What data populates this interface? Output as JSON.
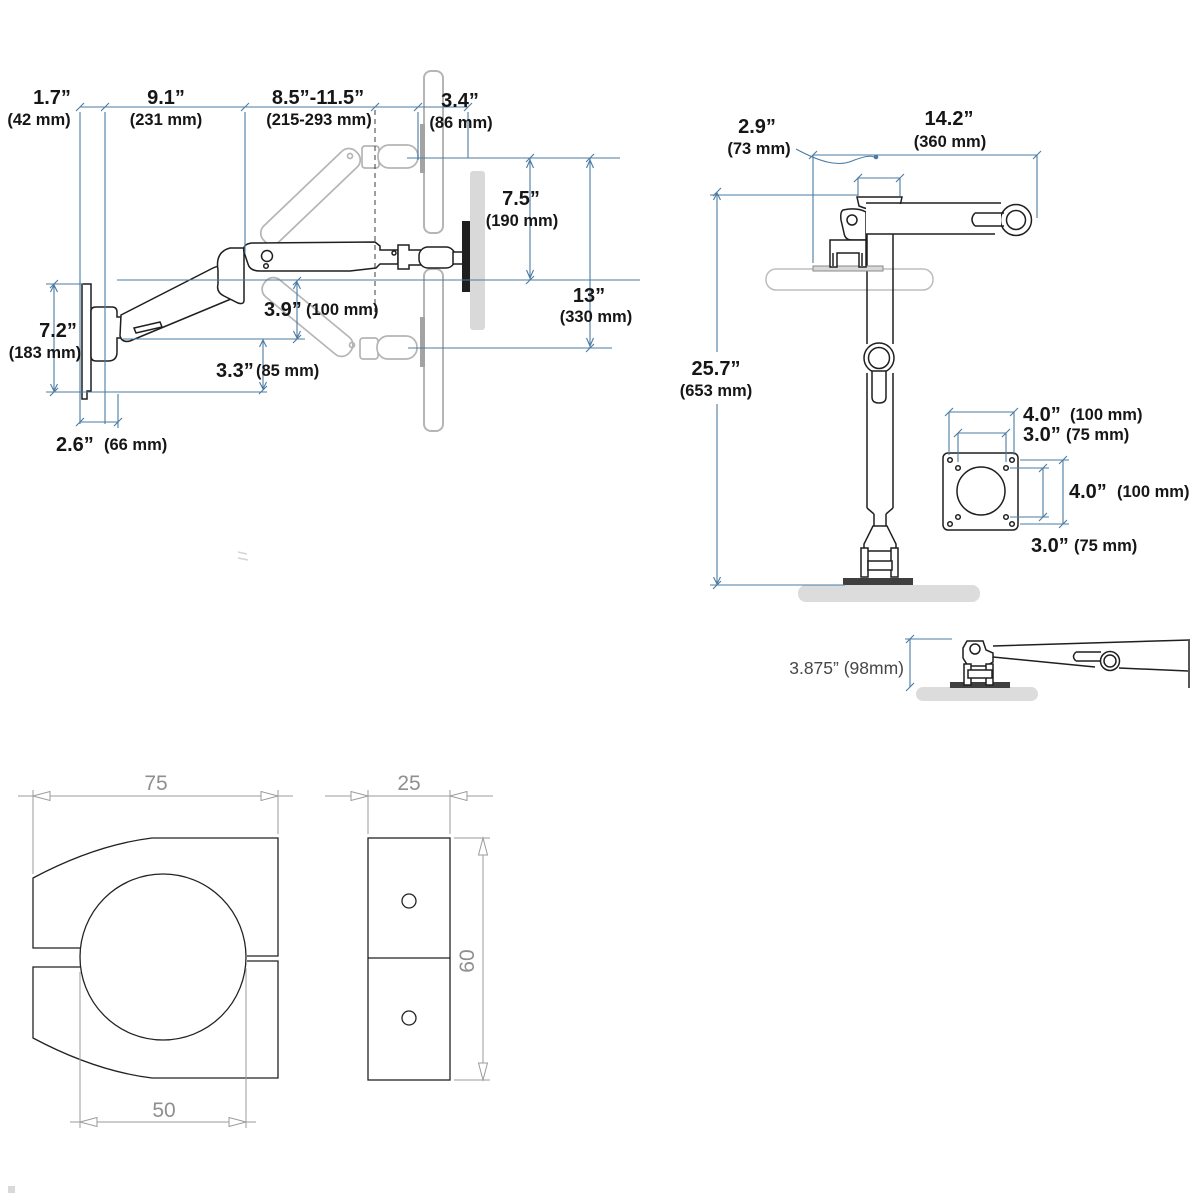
{
  "figures": {
    "wall_arm": {
      "title": "wall-mount-arm-side-view",
      "dims": {
        "d17": {
          "v": "1.7”",
          "u": "(42 mm)"
        },
        "d91": {
          "v": "9.1”",
          "u": "(231 mm)"
        },
        "range": {
          "v": "8.5”-11.5”",
          "u": "(215-293 mm)"
        },
        "d34": {
          "v": "3.4”",
          "u": "(86 mm)"
        },
        "d75": {
          "v": "7.5”",
          "u": "(190 mm)"
        },
        "d13": {
          "v": "13”",
          "u": "(330 mm)"
        },
        "d39": {
          "v": "3.9”",
          "u": "(100 mm)"
        },
        "d72": {
          "v": "7.2”",
          "u": "(183 mm)"
        },
        "d33": {
          "v": "3.3”",
          "u": "(85 mm)"
        },
        "d26": {
          "v": "2.6”",
          "u": "(66 mm)"
        }
      }
    },
    "pole_arm": {
      "title": "desk-pole-mount-front-view",
      "dims": {
        "d29": {
          "v": "2.9”",
          "u": "(73 mm)"
        },
        "d142": {
          "v": "14.2”",
          "u": "(360 mm)"
        },
        "d257": {
          "v": "25.7”",
          "u": "(653 mm)"
        }
      },
      "vesa": {
        "top100": {
          "v": "4.0”",
          "u": "(100 mm)"
        },
        "top75": {
          "v": "3.0”",
          "u": "(75 mm)"
        },
        "right100": {
          "v": "4.0”",
          "u": "(100 mm)"
        },
        "bottom75": {
          "v": "3.0”",
          "u": "(75 mm)"
        }
      }
    },
    "folded_arm": {
      "title": "lowered-arm-side-view",
      "dims": {
        "d3875": {
          "v": "3.875” (98mm)"
        }
      }
    },
    "clamp_top": {
      "title": "clamp-top-view",
      "dims": {
        "width": "75",
        "bore": "50"
      }
    },
    "clamp_side": {
      "title": "clamp-side-view",
      "dims": {
        "depth": "25",
        "height": "60"
      }
    }
  },
  "colors": {
    "dimension_blue": "#4b7ba3",
    "drawing_black": "#1f1f1f",
    "ghost_gray": "#b5b5b5",
    "panel_gray": "#d9d9d9",
    "cad_gray": "#9b9b9b"
  }
}
